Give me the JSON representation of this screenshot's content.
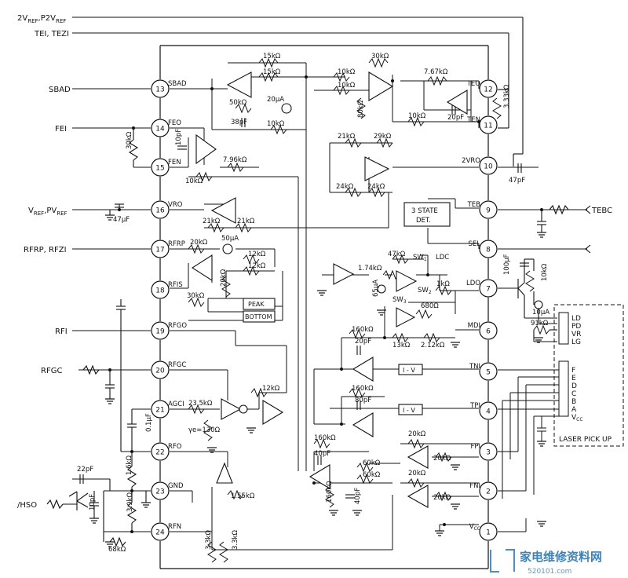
{
  "signals": {
    "vref_p2vref": "2V",
    "vref_p2vref_sub": "REF",
    "vref_p2vref_sep": ",P2V",
    "vref_p2vref_sub2": "REF",
    "tei_tezi": "TEI, TEZI",
    "sbad": "SBAD",
    "fei": "FEI",
    "vref_pvref": "V",
    "vref_pvref_sub": "REF",
    "vref_pvref_sep": ",PV",
    "vref_pvref_sub2": "REF",
    "rfrp_rfzi": "RFRP, RFZI",
    "rfi": "RFI",
    "rfgc": "RFGC",
    "hso": "/HSO",
    "tebc": "TEBC"
  },
  "pins_left": [
    {
      "num": "13",
      "name": "SBAD"
    },
    {
      "num": "14",
      "name": "FEO"
    },
    {
      "num": "15",
      "name": "FEN"
    },
    {
      "num": "16",
      "name": "VRO"
    },
    {
      "num": "17",
      "name": "RFRP"
    },
    {
      "num": "18",
      "name": "RFIS"
    },
    {
      "num": "19",
      "name": "RFGO"
    },
    {
      "num": "20",
      "name": "RFGC"
    },
    {
      "num": "21",
      "name": "AGCI"
    },
    {
      "num": "22",
      "name": "RFO"
    },
    {
      "num": "23",
      "name": "GND"
    },
    {
      "num": "24",
      "name": "RFN"
    }
  ],
  "pins_right": [
    {
      "num": "12",
      "name": "TEO"
    },
    {
      "num": "11",
      "name": "TEN"
    },
    {
      "num": "10",
      "name": "2VRO"
    },
    {
      "num": "9",
      "name": "TEB"
    },
    {
      "num": "8",
      "name": "SEL"
    },
    {
      "num": "7",
      "name": "LDO"
    },
    {
      "num": "6",
      "name": "MDI"
    },
    {
      "num": "5",
      "name": "TNI"
    },
    {
      "num": "4",
      "name": "TPI"
    },
    {
      "num": "3",
      "name": "FPI"
    },
    {
      "num": "2",
      "name": "FNI"
    },
    {
      "num": "1",
      "name": "V"
    }
  ],
  "vcc_sub": "CC",
  "components": {
    "r15k_a": "15kΩ",
    "r15k_b": "15kΩ",
    "r10k_a": "10kΩ",
    "r10k_b": "10kΩ",
    "r30k_top": "30kΩ",
    "r767k": "7.67kΩ",
    "r50k": "50kΩ",
    "i20ua": "20μA",
    "c38p": "38pF",
    "r10k_c": "10kΩ",
    "r80k": "80kΩ",
    "r10k_d": "10kΩ",
    "c20p_a": "20pF",
    "r333k": "3.33kΩ",
    "r30k_fe": "30kΩ",
    "c10p_fe": "10pF",
    "r796k": "7.96kΩ",
    "r10k_fen": "10kΩ",
    "r21k_a": "21kΩ",
    "r29k": "29kΩ",
    "r24k_a": "24kΩ",
    "r24k_b": "24kΩ",
    "c47p": "47pF",
    "c47u": "47μF",
    "r21k_b": "21kΩ",
    "r21k_c": "21kΩ",
    "r20k_rfrp": "20kΩ",
    "i50ua": "50μA",
    "r12k_a": "12kΩ",
    "r12k_b": "12kΩ",
    "r20k_v": "20kΩ",
    "r30k_peak": "30kΩ",
    "peak": "PEAK",
    "bottom": "BOTTOM",
    "tristate_1": "3 STATE",
    "tristate_2": "DET.",
    "r174k": "1.74kΩ",
    "r47k": "47kΩ",
    "sw1": "SW",
    "sw1_sub": "1",
    "ldc": "LDC",
    "sw2": "SW",
    "sw2_sub": "2",
    "i65ua": "65μA",
    "r1k": "1kΩ",
    "sw3": "SW",
    "sw3_sub": "3",
    "r680": "680Ω",
    "r13k": "13kΩ",
    "r212k": "2.12kΩ",
    "c100u": "100μF",
    "r10k_ld": "10kΩ",
    "i10ua": "10μA",
    "r91k": "91kΩ",
    "r160k_a": "160kΩ",
    "c20p_b": "20pF",
    "r160k_b": "160kΩ",
    "c80p": "80pF",
    "iv": "I - V",
    "r12k_agc": "12kΩ",
    "r235k": "23.5kΩ",
    "gamma": "γe=130Ω",
    "c01u": "0.1μF",
    "r160k_c": "160kΩ",
    "c40p_a": "40pF",
    "r60k_a": "60kΩ",
    "r60k_b": "60kΩ",
    "r20k_a": "20kΩ",
    "r20k_b": "20kΩ",
    "r20k_c": "20kΩ",
    "r20k_d": "20kΩ",
    "r160k_d": "160kΩ",
    "c40p_b": "40pF",
    "r155k": "1.55kΩ",
    "c22p": "22pF",
    "c10p_hs": "10pF",
    "r16k": "1.6kΩ",
    "r39k": "3.9kΩ",
    "r68k": "68kΩ",
    "r33k_a": "3.3kΩ",
    "r33k_b": "3.3kΩ"
  },
  "laser": {
    "title": "LASER PICK UP",
    "ld_pins": [
      "LD",
      "PD",
      "VR",
      "LG"
    ],
    "pd_pins": [
      "F",
      "E",
      "D",
      "C",
      "B",
      "A",
      "V"
    ],
    "vcc_sub": "CC"
  },
  "watermark": {
    "brand": "家电维修资料网",
    "url": "520101.com"
  }
}
